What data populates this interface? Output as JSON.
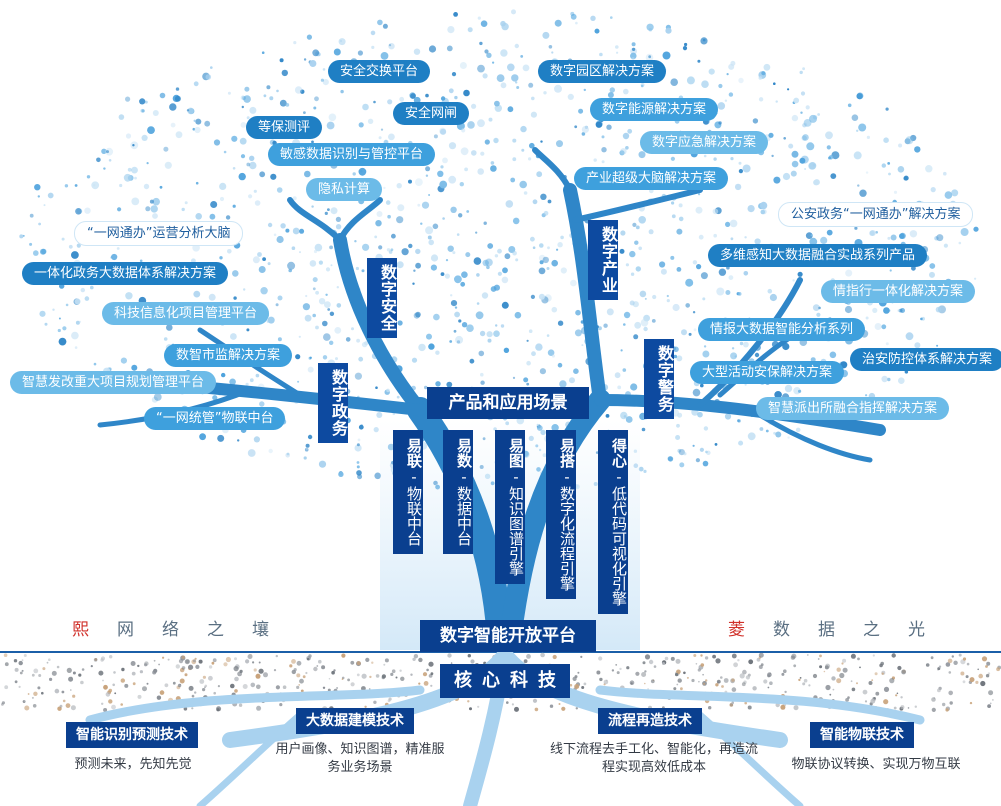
{
  "left_ground": {
    "highlight": "熙",
    "rest": "网络之壤"
  },
  "right_ground": {
    "highlight": "菱",
    "rest": "数据之光"
  },
  "branch_tags": {
    "security": "数字安全",
    "industry": "数字产业",
    "government": "数字政务",
    "police": "数字警务"
  },
  "security_items": [
    "安全交换平台",
    "安全网闸",
    "等保测评",
    "敏感数据识别与管控平台",
    "隐私计算"
  ],
  "industry_items": [
    "数字园区解决方案",
    "数字能源解决方案",
    "数字应急解决方案",
    "产业超级大脑解决方案"
  ],
  "government_items": [
    "“一网通办”运营分析大脑",
    "一体化政务大数据体系解决方案",
    "科技信息化项目管理平台",
    "数智市监解决方案",
    "智慧发改重大项目规划管理平台",
    "“一网统管”物联中台"
  ],
  "police_items": [
    "公安政务“一网通办”解决方案",
    "多维感知大数据融合实战系列产品",
    "情指行一体化解决方案",
    "情报大数据智能分析系列",
    "治安防控体系解决方案",
    "大型活动安保解决方案",
    "智慧派出所融合指挥解决方案"
  ],
  "scenes_title": "产品和应用场景",
  "platform_title": "数字智能开放平台",
  "core_title": "核心科技",
  "trunk_columns": [
    {
      "brand": "易联",
      "rest": "-物联中台"
    },
    {
      "brand": "易数",
      "rest": "-数据中台"
    },
    {
      "brand": "易图",
      "rest": "-知识图谱引擎"
    },
    {
      "brand": "易搭",
      "rest": "-数字化流程引擎"
    },
    {
      "brand": "得心",
      "rest": "-低代码可视化引擎"
    }
  ],
  "technologies": [
    {
      "title": "智能识别预测技术",
      "desc": "预测未来，先知先觉"
    },
    {
      "title": "大数据建模技术",
      "desc": "用户画像、知识图谱，精准服务业务场景"
    },
    {
      "title": "流程再造技术",
      "desc": "线下流程去手工化、智能化，再造流程实现高效低成本"
    },
    {
      "title": "智能物联技术",
      "desc": "物联协议转换、实现万物互联"
    }
  ]
}
